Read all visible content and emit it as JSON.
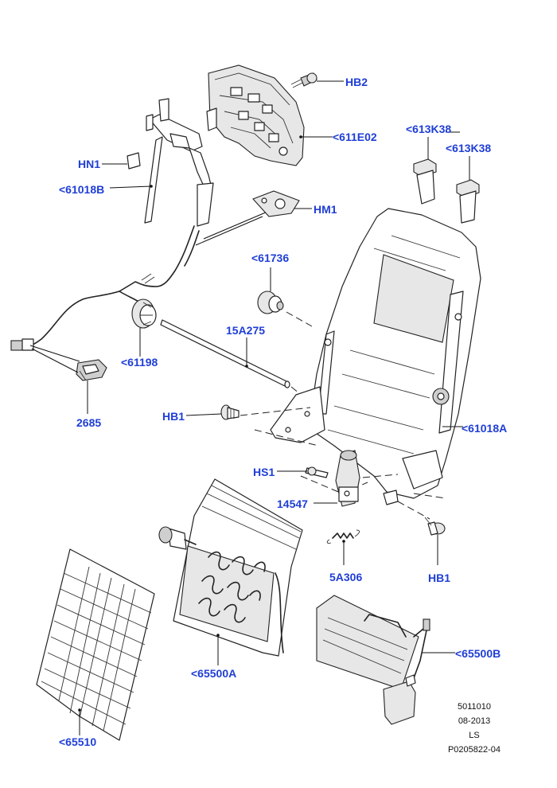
{
  "labels": {
    "hb2": "HB2",
    "p611e02": "<611E02",
    "hn1": "HN1",
    "p61018b": "<61018B",
    "p613k38_a": "<613K38",
    "p613k38_b": "<613K38",
    "hm1": "HM1",
    "p61736": "<61736",
    "p15a275": "15A275",
    "p61198": "<61198",
    "p2685": "2685",
    "hb1_a": "HB1",
    "p61018a": "<61018A",
    "hs1": "HS1",
    "p14547": "14547",
    "p5a306": "5A306",
    "hb1_b": "HB1",
    "p65500a": "<65500A",
    "p65500b": "<65500B",
    "p65510": "<65510"
  },
  "info": {
    "line1": "5011010",
    "line2": "08-2013",
    "line3": "LS",
    "line4": "P0205822-04"
  },
  "colors": {
    "label": "#1f3ed6",
    "line": "#222222"
  }
}
